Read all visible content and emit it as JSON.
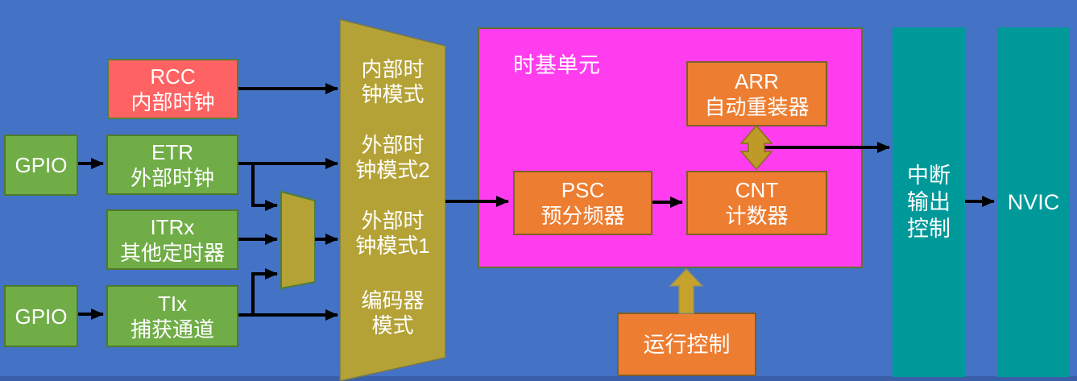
{
  "palette": {
    "background": "#4472C4",
    "bottom_edge": "#3A5FA8",
    "green": "#70AD47",
    "red": "#FF6262",
    "olive": "#B4A236",
    "magenta": "#FF3DEE",
    "orange": "#ED7D31",
    "teal": "#00999A",
    "arrow_black": "#000000",
    "arrow_gold": "#BD9B26"
  },
  "blocks": {
    "gpio_top": {
      "label": "GPIO"
    },
    "rcc": {
      "line1": "RCC",
      "line2": "内部时钟"
    },
    "etr": {
      "line1": "ETR",
      "line2": "外部时钟"
    },
    "itrx": {
      "line1": "ITRx",
      "line2": "其他定时器"
    },
    "gpio_bottom": {
      "label": "GPIO"
    },
    "tix": {
      "line1": "TIx",
      "line2": "捕获通道"
    }
  },
  "clock_mode_selector": {
    "modes": [
      {
        "line1": "内部时",
        "line2": "钟模式"
      },
      {
        "line1": "外部时",
        "line2": "钟模式2"
      },
      {
        "line1": "外部时",
        "line2": "钟模式1"
      },
      {
        "line1": "编码器",
        "line2": "模式"
      }
    ]
  },
  "time_base_unit": {
    "title": "时基单元",
    "arr": {
      "line1": "ARR",
      "line2": "自动重装器"
    },
    "psc": {
      "line1": "PSC",
      "line2": "预分频器"
    },
    "cnt": {
      "line1": "CNT",
      "line2": "计数器"
    }
  },
  "run_control": {
    "label": "运行控制"
  },
  "interrupt_output": {
    "line1": "中断",
    "line2": "输出",
    "line3": "控制"
  },
  "nvic": {
    "label": "NVIC"
  }
}
